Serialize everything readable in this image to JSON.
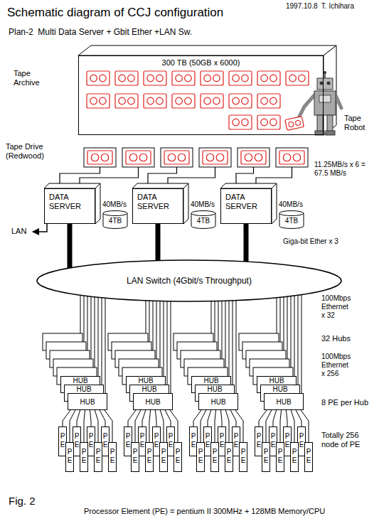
{
  "diagram": {
    "title": "Schematic diagram of CCJ configuration",
    "nodes": [
      {
        "text": [
          "Tape Archive",
          "300 TB (50GB x 6000)"
        ]
      },
      {
        "text": [
          "DATA SERVER"
        ]
      },
      {
        "text": [
          "4TB"
        ]
      },
      {
        "text": [
          "DATA SERVER"
        ]
      },
      {
        "text": [
          "4TB"
        ]
      },
      {
        "text": [
          "DATA SERVER"
        ]
      },
      {
        "text": [
          "4TB"
        ]
      },
      {
        "text": [
          "LAN Switch (4Gbit/s Throughput)"
        ]
      },
      {
        "text": [
          "HUB"
        ]
      },
      {
        "text": [
          "HUB"
        ]
      },
      {
        "text": [
          "HUB"
        ]
      },
      {
        "text": [
          "HUB"
        ]
      },
      {
        "text": [
          "HUB"
        ]
      },
      {
        "text": [
          "HUB"
        ]
      },
      {
        "text": [
          "HUB"
        ]
      },
      {
        "text": [
          "HUB"
        ]
      },
      {
        "text": [
          "HUB"
        ]
      },
      {
        "text": [
          "HUB"
        ]
      },
      {
        "text": [
          "HUB"
        ]
      },
      {
        "text": [
          "HUB"
        ]
      },
      {
        "text": [
          "PE"
        ]
      },
      {
        "text": [
          "PE"
        ]
      },
      {
        "text": [
          "PE"
        ]
      },
      {
        "text": [
          "PE"
        ]
      },
      {
        "text": [
          "PE"
        ]
      },
      {
        "text": [
          "PE"
        ]
      },
      {
        "text": [
          "PE"
        ]
      },
      {
        "text": [
          "PE"
        ]
      },
      {
        "text": [
          "PE"
        ]
      },
      {
        "text": [
          "PE"
        ]
      },
      {
        "text": [
          "PE"
        ]
      },
      {
        "text": [
          "PE"
        ]
      },
      {
        "text": [
          "PE"
        ]
      },
      {
        "text": [
          "PE"
        ]
      },
      {
        "text": [
          "PE"
        ]
      },
      {
        "text": [
          "PE"
        ]
      },
      {
        "text": [
          "PE"
        ]
      },
      {
        "text": [
          "PE"
        ]
      },
      {
        "text": [
          "PE"
        ]
      },
      {
        "text": [
          "PE"
        ]
      },
      {
        "text": [
          "PE"
        ]
      },
      {
        "text": [
          "PE"
        ]
      },
      {
        "text": [
          "PE"
        ]
      },
      {
        "text": [
          "PE"
        ]
      },
      {
        "text": [
          "PE"
        ]
      },
      {
        "text": [
          "PE"
        ]
      },
      {
        "text": [
          "PE"
        ]
      },
      {
        "text": [
          "PE"
        ]
      },
      {
        "text": [
          "PE"
        ]
      },
      {
        "text": [
          "PE"
        ]
      },
      {
        "text": [
          "PE"
        ]
      },
      {
        "text": [
          "PE"
        ]
      }
    ],
    "edges": [
      {
        "from": 1,
        "to": 7,
        "arrow": "none"
      },
      {
        "from": 3,
        "to": 7,
        "arrow": "none"
      },
      {
        "from": 5,
        "to": 7,
        "arrow": "none"
      },
      {
        "from": 7,
        "to": 8,
        "arrow": "none"
      },
      {
        "from": 7,
        "to": 9,
        "arrow": "none"
      },
      {
        "from": 7,
        "to": 10,
        "arrow": "none"
      },
      {
        "from": 7,
        "to": 11,
        "arrow": "none"
      },
      {
        "from": 7,
        "to": 12,
        "arrow": "none"
      },
      {
        "from": 7,
        "to": 13,
        "arrow": "none"
      },
      {
        "from": 7,
        "to": 14,
        "arrow": "none"
      },
      {
        "from": 7,
        "to": 15,
        "arrow": "none"
      },
      {
        "from": 7,
        "to": 16,
        "arrow": "none"
      },
      {
        "from": 7,
        "to": 17,
        "arrow": "none"
      },
      {
        "from": 7,
        "to": 18,
        "arrow": "none"
      },
      {
        "from": 7,
        "to": 19,
        "arrow": "none"
      },
      {
        "from": 10,
        "to": 20,
        "arrow": "none"
      },
      {
        "from": 10,
        "to": 21,
        "arrow": "none"
      },
      {
        "from": 10,
        "to": 22,
        "arrow": "none"
      },
      {
        "from": 10,
        "to": 23,
        "arrow": "none"
      },
      {
        "from": 10,
        "to": 24,
        "arrow": "none"
      },
      {
        "from": 10,
        "to": 25,
        "arrow": "none"
      },
      {
        "from": 10,
        "to": 26,
        "arrow": "none"
      },
      {
        "from": 10,
        "to": 27,
        "arrow": "none"
      },
      {
        "from": 13,
        "to": 28,
        "arrow": "none"
      },
      {
        "from": 13,
        "to": 29,
        "arrow": "none"
      },
      {
        "from": 13,
        "to": 30,
        "arrow": "none"
      },
      {
        "from": 13,
        "to": 31,
        "arrow": "none"
      },
      {
        "from": 13,
        "to": 32,
        "arrow": "none"
      },
      {
        "from": 13,
        "to": 33,
        "arrow": "none"
      },
      {
        "from": 13,
        "to": 34,
        "arrow": "none"
      },
      {
        "from": 13,
        "to": 35,
        "arrow": "none"
      },
      {
        "from": 16,
        "to": 36,
        "arrow": "none"
      },
      {
        "from": 16,
        "to": 37,
        "arrow": "none"
      },
      {
        "from": 16,
        "to": 38,
        "arrow": "none"
      },
      {
        "from": 16,
        "to": 39,
        "arrow": "none"
      },
      {
        "from": 16,
        "to": 40,
        "arrow": "none"
      },
      {
        "from": 16,
        "to": 41,
        "arrow": "none"
      },
      {
        "from": 16,
        "to": 42,
        "arrow": "none"
      },
      {
        "from": 16,
        "to": 43,
        "arrow": "none"
      },
      {
        "from": 19,
        "to": 44,
        "arrow": "none"
      },
      {
        "from": 19,
        "to": 45,
        "arrow": "none"
      },
      {
        "from": 19,
        "to": 46,
        "arrow": "none"
      },
      {
        "from": 19,
        "to": 47,
        "arrow": "none"
      },
      {
        "from": 19,
        "to": 48,
        "arrow": "none"
      },
      {
        "from": 19,
        "to": 49,
        "arrow": "none"
      },
      {
        "from": 19,
        "to": 50,
        "arrow": "none"
      },
      {
        "from": 19,
        "to": 51,
        "arrow": "none"
      }
    ],
    "labels": [
      "1997.10.8  T. Ichihara",
      "Plan-2  Multi Data Server + Gbit Ether +LAN Sw.",
      "Tape Robot",
      "Tape Drive (Redwood)",
      "11.25MB/s x 6 = 67.5 MB/s",
      "40MB/s",
      "40MB/s",
      "40MB/s",
      "LAN",
      "Giga-bit Ether x 3",
      "100Mbps Ethernet x 32",
      "32 Hubs",
      "100Mbps Ethernet x 256",
      "8 PE per Hub",
      "Totally 256 node of PE",
      "Fig. 2",
      "Processor Element (PE) = pentium II 300MHz + 128MB Memory/CPU"
    ]
  }
}
